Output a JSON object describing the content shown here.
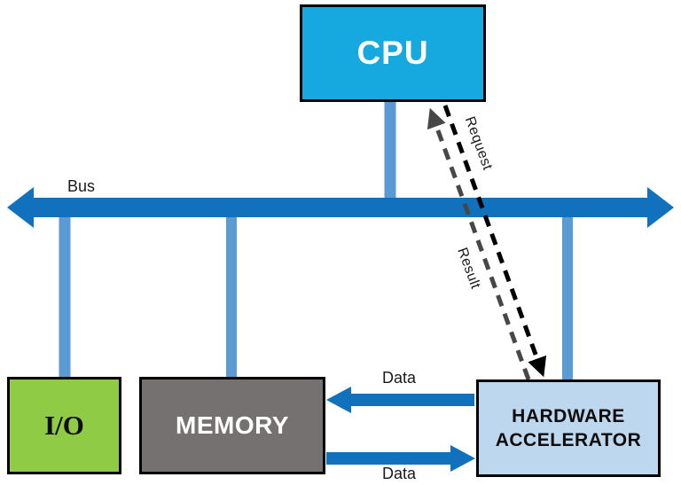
{
  "diagram": {
    "blocks": {
      "cpu": {
        "label": "CPU",
        "fill": "#16A9E0",
        "text_color": "#FFFFFF"
      },
      "io": {
        "label": "I/O",
        "fill": "#8FCB45",
        "text_color": "#0D0D0D"
      },
      "memory": {
        "label": "MEMORY",
        "fill": "#767171",
        "text_color": "#FFFFFF"
      },
      "accelerator": {
        "label_line1": "HARDWARE",
        "label_line2": "ACCELERATOR",
        "fill": "#BDD7EE",
        "text_color": "#0D0D0D"
      }
    },
    "labels": {
      "bus": "Bus",
      "data_top": "Data",
      "data_bottom": "Data",
      "request": "Request",
      "result": "Result"
    },
    "colors": {
      "bus_arrow": "#1171BD",
      "connector": "#5B9BD5",
      "request_line": "#000000",
      "result_line": "#474747",
      "block_border": "#000000"
    }
  }
}
